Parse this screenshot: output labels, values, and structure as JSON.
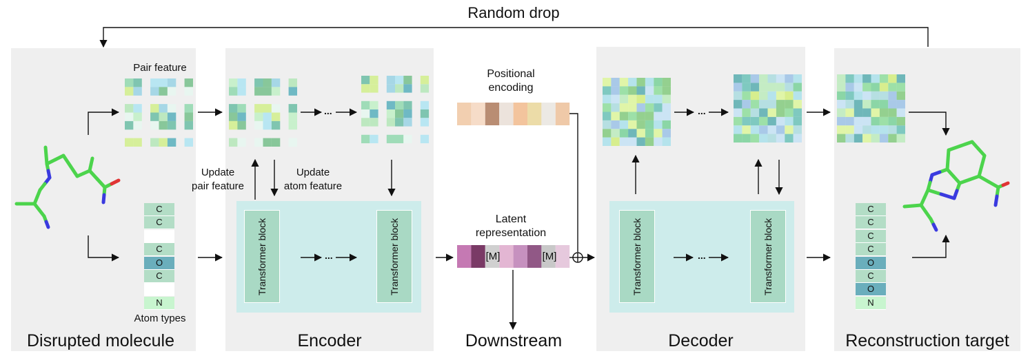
{
  "top_label": "Random drop",
  "panels": {
    "disrupted": "Disrupted molecule",
    "encoder": "Encoder",
    "downstream": "Downstream",
    "decoder": "Decoder",
    "target": "Reconstruction target"
  },
  "labels": {
    "pair_feature": "Pair feature",
    "atom_types": "Atom types",
    "update_pair": "Update\npair feature",
    "update_atom": "Update\natom feature",
    "positional": "Positional\nencoding",
    "latent": "Latent\nrepresentation",
    "transformer": "Transformer block",
    "mask": "[M]",
    "ellipsis": "..."
  },
  "atoms_disrupted": [
    "C",
    "C",
    "",
    "C",
    "O",
    "C",
    "",
    "N"
  ],
  "atoms_target": [
    "C",
    "C",
    "C",
    "C",
    "O",
    "C",
    "O",
    "N"
  ],
  "colors": {
    "panel_bg": "#efefef",
    "transformer_area": "#cdeceb",
    "transformer_block": "#a9d9c4",
    "atom_C": "#b3ddc6",
    "atom_O": "#6aaebc",
    "atom_N": "#c8f5cf",
    "carbon": "#4cd44c",
    "nitrogen": "#3a3adf",
    "oxygen": "#e03434"
  },
  "positional_colors": [
    "#f2cfb0",
    "#f6dcc8",
    "#b98d73",
    "#ece3dc",
    "#f3c49d",
    "#ecdca8",
    "#ece9e4",
    "#efc9a8"
  ],
  "latent_colors": [
    "#c579b3",
    "#7a3a66",
    "#d0d0d0",
    "#e3b6d3",
    "#c691bf",
    "#915886",
    "#c8c8c8",
    "#e6c9dd"
  ]
}
